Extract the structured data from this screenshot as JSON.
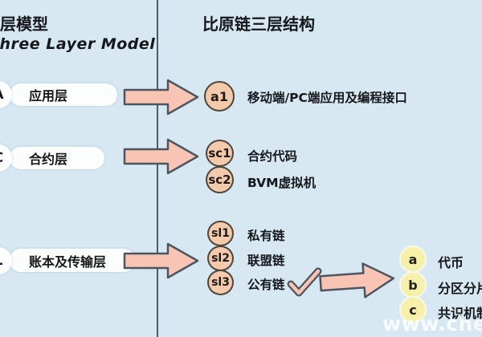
{
  "left_panel": {
    "title_zh": "三层模型",
    "title_en": "Three Layer Model",
    "layers": [
      {
        "letter": "A",
        "label": "应用层"
      },
      {
        "letter": "C",
        "label": "合约层"
      },
      {
        "letter": "L",
        "label": "账本及传输层"
      }
    ]
  },
  "right_panel": {
    "title": "比原链三层结构",
    "groups": [
      {
        "items": [
          {
            "badge": "a1",
            "label": "移动端/PC端应用及编程接口"
          }
        ]
      },
      {
        "items": [
          {
            "badge": "sc1",
            "label": "合约代码"
          },
          {
            "badge": "sc2",
            "label": "BVM虚拟机"
          }
        ]
      },
      {
        "items": [
          {
            "badge": "sl1",
            "label": "私有链"
          },
          {
            "badge": "sl2",
            "label": "联盟链"
          },
          {
            "badge": "sl3",
            "label": "公有链",
            "checked": true
          }
        ]
      }
    ],
    "public_chain_detail": {
      "items": [
        {
          "badge": "a",
          "label": "代币"
        },
        {
          "badge": "b",
          "label": "分区分片"
        },
        {
          "badge": "c",
          "label": "共识机制"
        }
      ]
    }
  },
  "watermark": "www.cheu",
  "colors": {
    "background": "#d7e8f2",
    "divider": "#4b5b68",
    "arrow_fill": "#f8c5b5",
    "arrow_stroke": "#4d5560",
    "badge_fill": "#f4c9ac",
    "badge_stroke": "#4a463c",
    "detail_circle_fill": "#f6f0aa",
    "pill_fill": "#fcfdfd",
    "text": "#15171a"
  }
}
